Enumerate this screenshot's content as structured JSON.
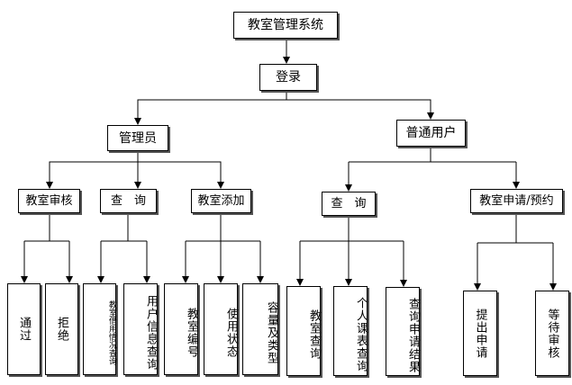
{
  "nodes": {
    "root": "教室管理系统",
    "login": "登录",
    "admin": "管理员",
    "user": "普通用户",
    "room_review": "教室审核",
    "admin_query": "查　询",
    "room_add": "教室添加",
    "user_query": "查　询",
    "room_apply": "教室申请/预约",
    "approve": "通过",
    "reject": "拒绝",
    "room_usage_query": "教室借用情况查询",
    "user_info_query": "用户信息查询",
    "room_number": "教室编号",
    "usage_status": "使用状态",
    "capacity_type": "容量及类型",
    "room_query": "教室查询",
    "personal_schedule_query": "个人课表查询",
    "application_result_query": "查询申请结果",
    "submit_application": "提出申请",
    "wait_review": "等待审核"
  }
}
